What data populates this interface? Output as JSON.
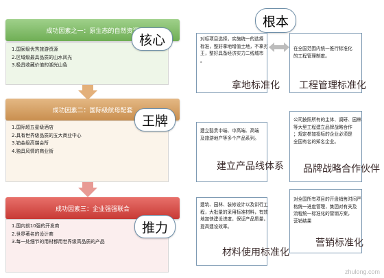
{
  "left": {
    "factor1": {
      "header": "成功因素之一：原生态的自然资源",
      "tag": "核心",
      "items": [
        "1.国家级优秀旅游资源",
        "2.区域级最具品质的山水风光",
        "3.极具收藏价值的湖光山色"
      ]
    },
    "factor2": {
      "header": "成功因素二：国际级航母配套",
      "tag": "王牌",
      "items": [
        "1.国际超五星级酒店",
        "2.具有世界级品质的五大商业中心",
        "3.铂金级高端会所",
        "4.独具风情的商业街"
      ]
    },
    "factor3": {
      "header": "成功因素三：企业强强联合",
      "tag": "推力",
      "items": [
        "1.国内前10强的开发商",
        "2.世界著名的设计商",
        "3.每一处细节的用材都用世界级高品质的产品"
      ]
    }
  },
  "right": {
    "root_tag": "根本",
    "b1": {
      "text": [
        "对标项目选择，实施统一的选择",
        "标准，整好拿地增值土地，不拿劣",
        "王，整好具备经济实力二线城市",
        "。"
      ],
      "title": "拿地标准化"
    },
    "b2": {
      "text": [
        "在全国范围内统一推行标准化",
        "的工程管理制度。"
      ],
      "title": "工程管理标准化"
    },
    "b3": {
      "text": [
        "建立豁贵中端、中高端、高端",
        "及旅游地产等多个产品系列。"
      ],
      "title": "建立产品线体系"
    },
    "b4": {
      "text": [
        "公司按照所有的主体、调研、园林",
        "等大型工程建立品牌战略合作",
        "；规定参加投标的企业必须是",
        "全国有名的知名企业。"
      ],
      "title": "品牌战略合作伙伴"
    },
    "b5": {
      "text": [
        "建筑、园林、装修设计以及讲行工",
        "程，大批量的采用标准材料，有效",
        "地加快建设进度，保证产品质量，",
        "提高建设效率。"
      ],
      "title": "材料使用标准化"
    },
    "b6": {
      "text": [
        "对全国所有项目的开盘销售时间严",
        "格统一进度管理，集团对有关及",
        "流程统一标准化的营销方案，",
        "营销结果"
      ],
      "title": "营销标准化"
    }
  },
  "watermark": "zhulong.com"
}
